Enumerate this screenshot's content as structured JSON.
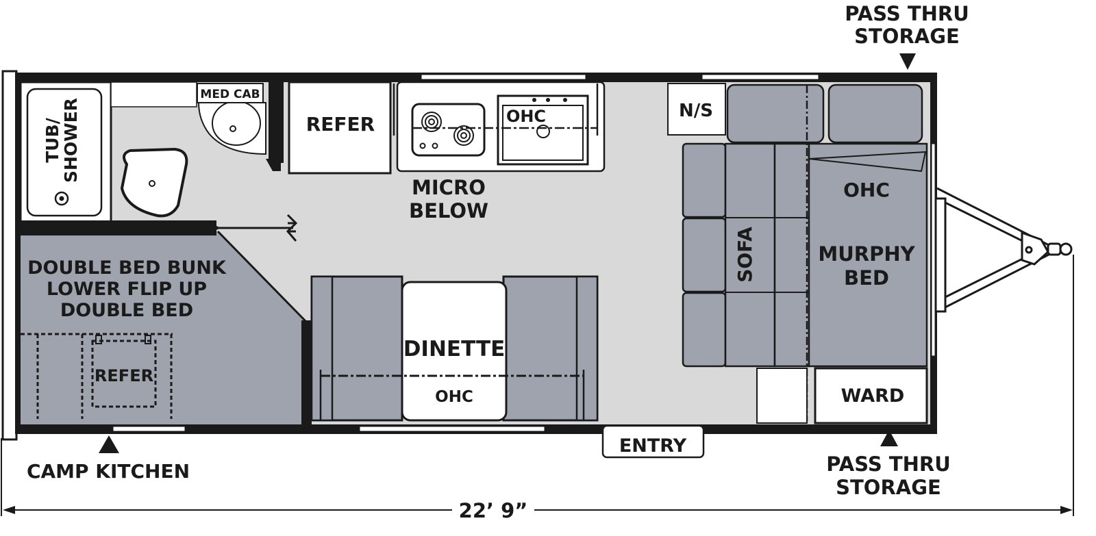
{
  "labels": {
    "pass_thru_top": [
      "PASS THRU",
      "STORAGE"
    ],
    "pass_thru_bottom": [
      "PASS THRU",
      "STORAGE"
    ],
    "tub_shower": [
      "TUB/",
      "SHOWER"
    ],
    "med_cab": "MED CAB",
    "refer_top": "REFER",
    "ohc_kitchen": "OHC",
    "micro_below": [
      "MICRO",
      "BELOW"
    ],
    "ns": "N/S",
    "ohc_bed": "OHC",
    "murphy_bed": [
      "MURPHY",
      "BED"
    ],
    "sofa": "SOFA",
    "bunk": [
      "DOUBLE BED BUNK",
      "LOWER FLIP UP",
      "DOUBLE BED"
    ],
    "refer_bunk": "REFER",
    "dinette": "DINETTE",
    "ohc_dinette": "OHC",
    "ward": "WARD",
    "entry": "ENTRY",
    "camp_kitchen": "CAMP KITCHEN",
    "length": "22’ 9”"
  },
  "colors": {
    "wall": "#1a1a1a",
    "floor": "#d9d9d9",
    "furniture": "#9ea3ad",
    "white": "#ffffff"
  },
  "icons": [
    "arrow-down-icon",
    "arrow-up-icon",
    "sink-icon",
    "toilet-icon",
    "stove-burner-icon",
    "door-icon",
    "hitch-icon"
  ]
}
